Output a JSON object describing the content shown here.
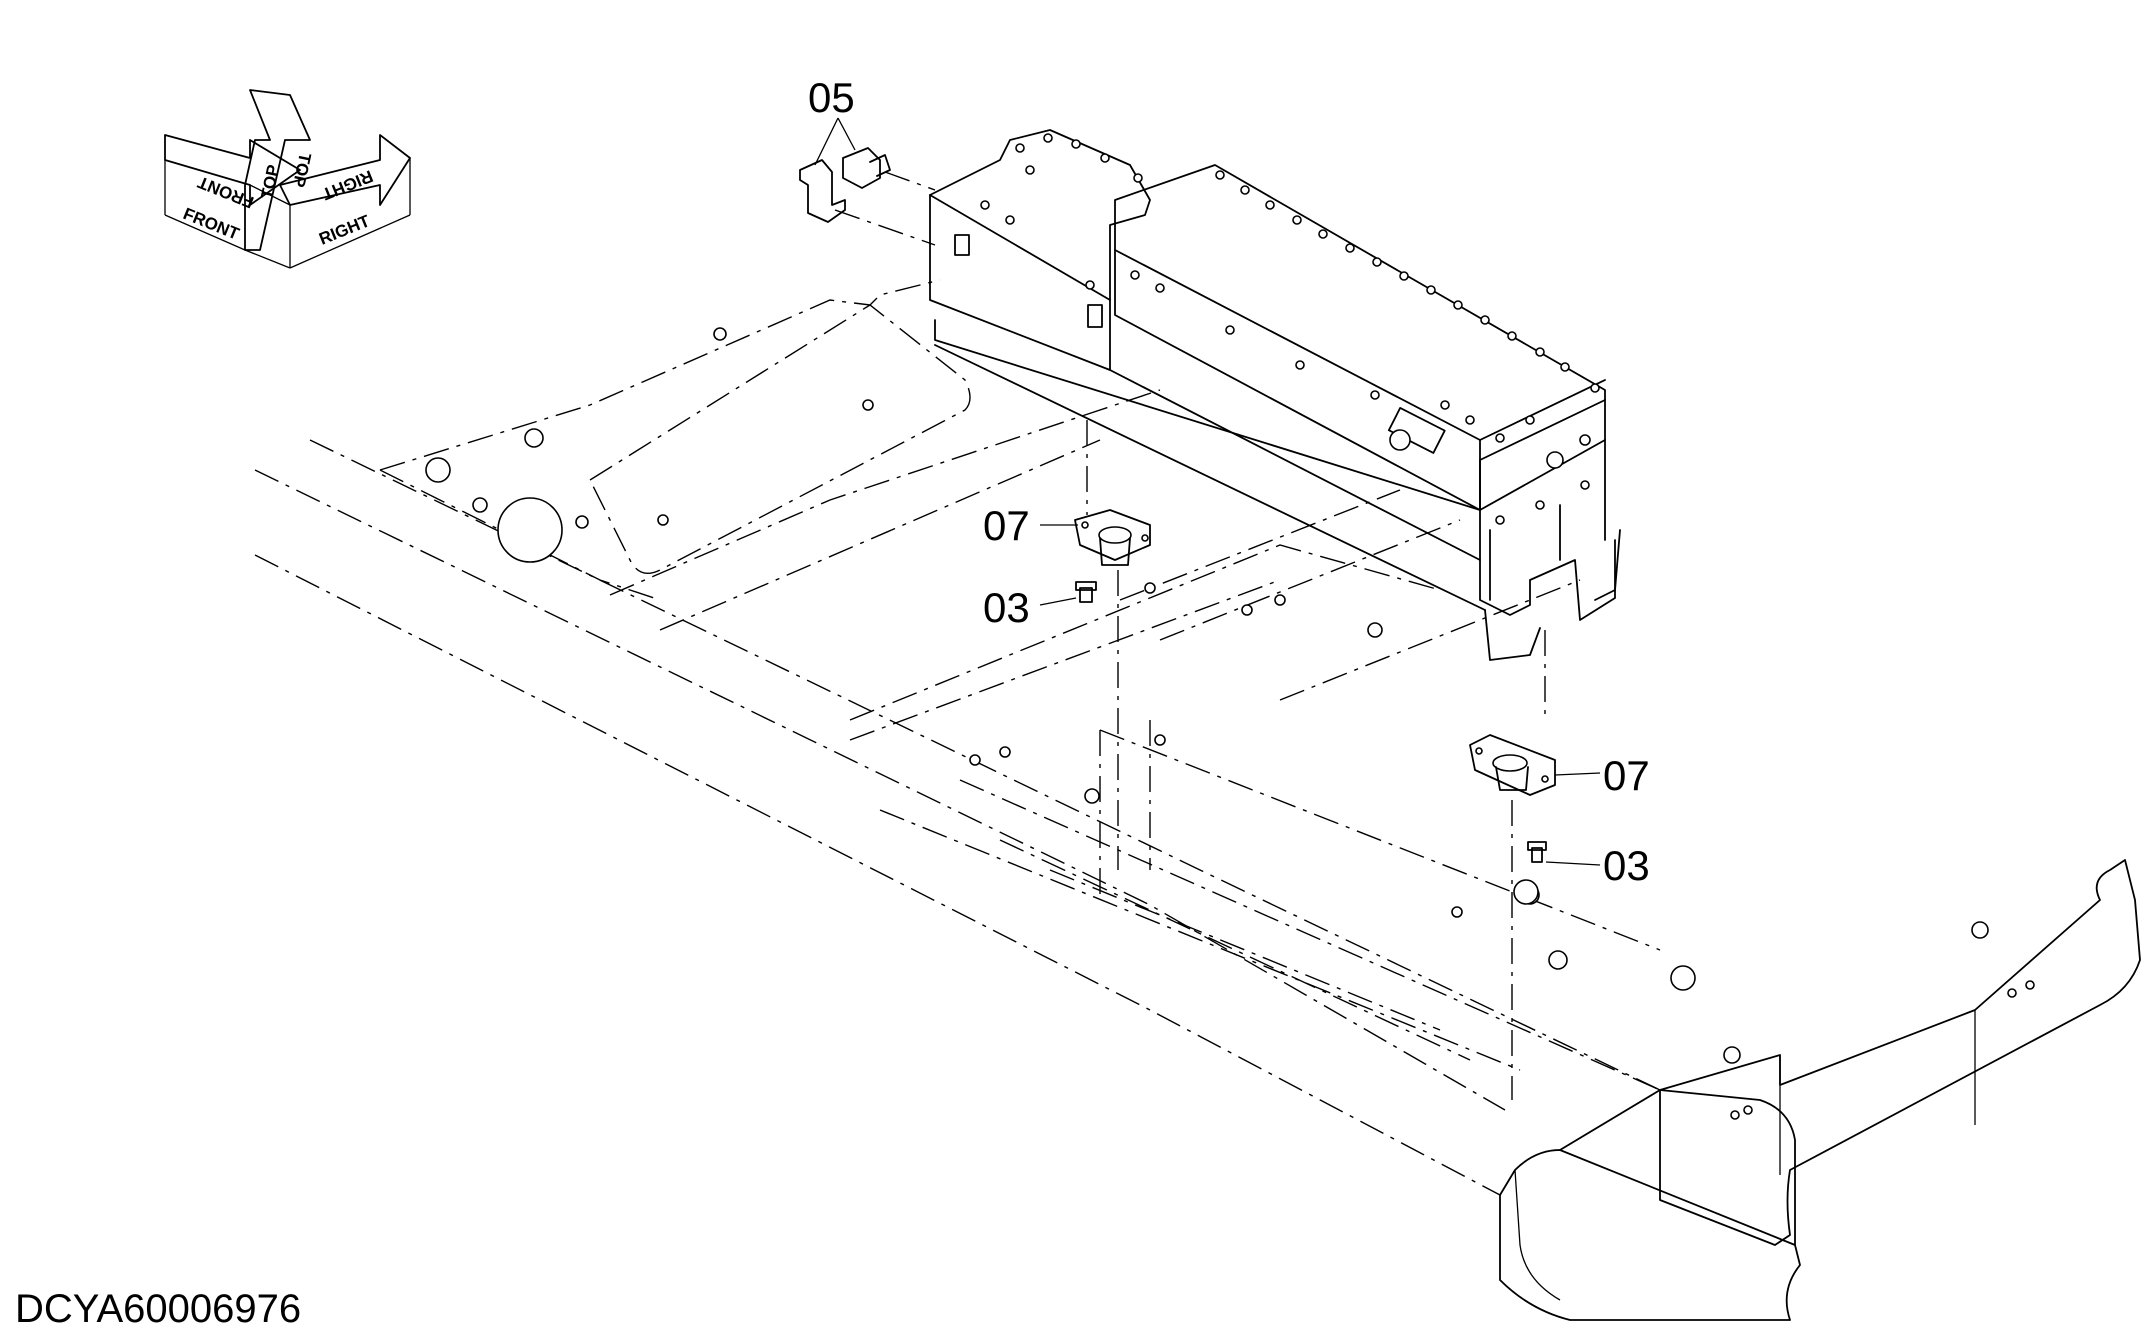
{
  "drawing_code": "DCYA60006976",
  "orientation": {
    "front": "FRONT",
    "top": "TOP",
    "right": "RIGHT"
  },
  "callouts": [
    {
      "number": "05"
    },
    {
      "number": "07"
    },
    {
      "number": "03"
    },
    {
      "number": "07"
    },
    {
      "number": "03"
    }
  ]
}
